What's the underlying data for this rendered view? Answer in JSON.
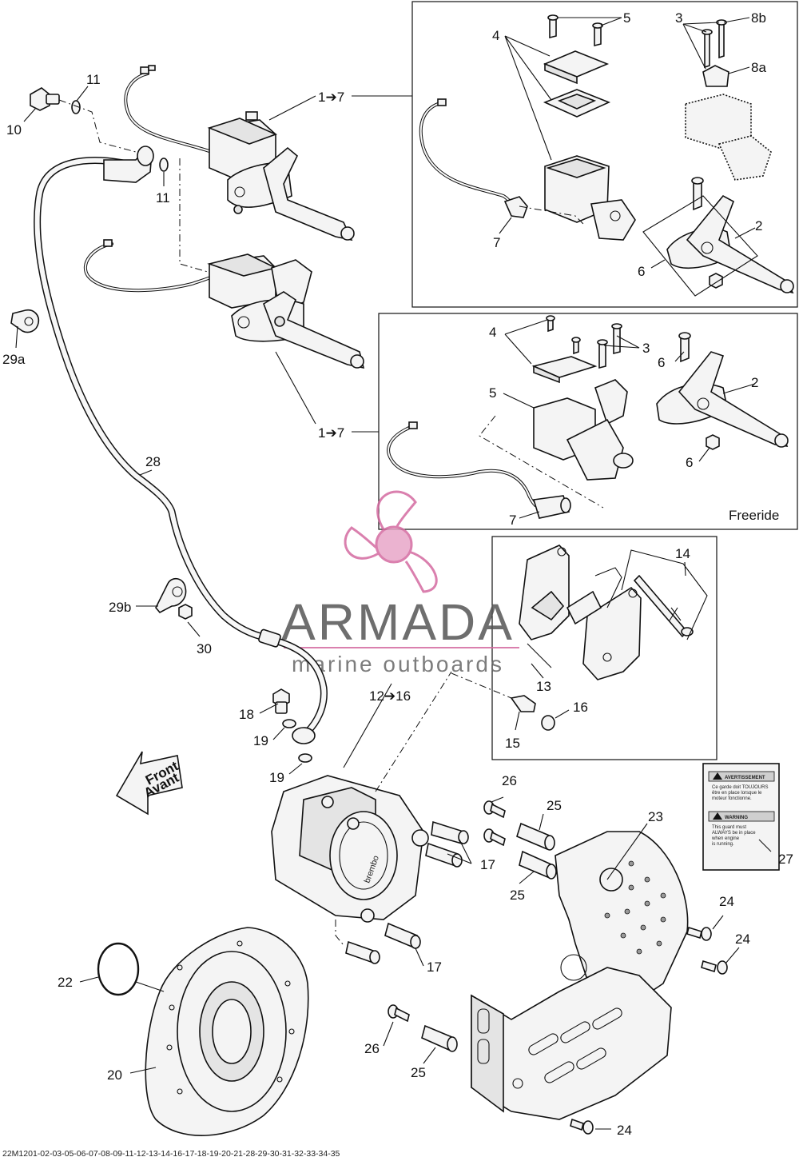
{
  "diagram": {
    "watermark": {
      "brand": "ARMADA",
      "tagline": "marine outboards",
      "color": "#d46aa0"
    },
    "inset_caption": "Freeride",
    "warning_label": {
      "avertissement_title": "AVERTISSEMENT",
      "avertissement_text": [
        "Ce garde doit TOUJOURS",
        "être en place lorsque le",
        "moteur fonctionne."
      ],
      "warning_title": "WARNING",
      "warning_text": [
        "This guard must",
        "ALWAYS be in place",
        "when engine",
        "is running."
      ]
    },
    "front_arrow": [
      "Front",
      "Avant"
    ],
    "caliper_brand": "brembo",
    "footer_code": "22M1201-02-03-05-06-07-08-09-11-12-13-14-16-17-18-19-20-21-28-29-30-31-32-33-34-35",
    "callouts": {
      "c1": "1➔7",
      "c1b": "1➔7",
      "c2": "2",
      "c2b": "2",
      "c3": "3",
      "c3b": "3",
      "c4": "4",
      "c4b": "4",
      "c5": "5",
      "c5b": "5",
      "c6": "6",
      "c6b": "6",
      "c6c": "6",
      "c7": "7",
      "c7b": "7",
      "c8a": "8a",
      "c8b": "8b",
      "c10": "10",
      "c11": "11",
      "c11b": "11",
      "c12": "12➔16",
      "c13": "13",
      "c14": "14",
      "c15": "15",
      "c16": "16",
      "c17": "17",
      "c17b": "17",
      "c18": "18",
      "c19": "19",
      "c19b": "19",
      "c20": "20",
      "c22": "22",
      "c23": "23",
      "c24": "24",
      "c24b": "24",
      "c24c": "24",
      "c25": "25",
      "c25b": "25",
      "c25c": "25",
      "c26": "26",
      "c26b": "26",
      "c27": "27",
      "c28": "28",
      "c29a": "29a",
      "c29b": "29b",
      "c30": "30"
    }
  }
}
